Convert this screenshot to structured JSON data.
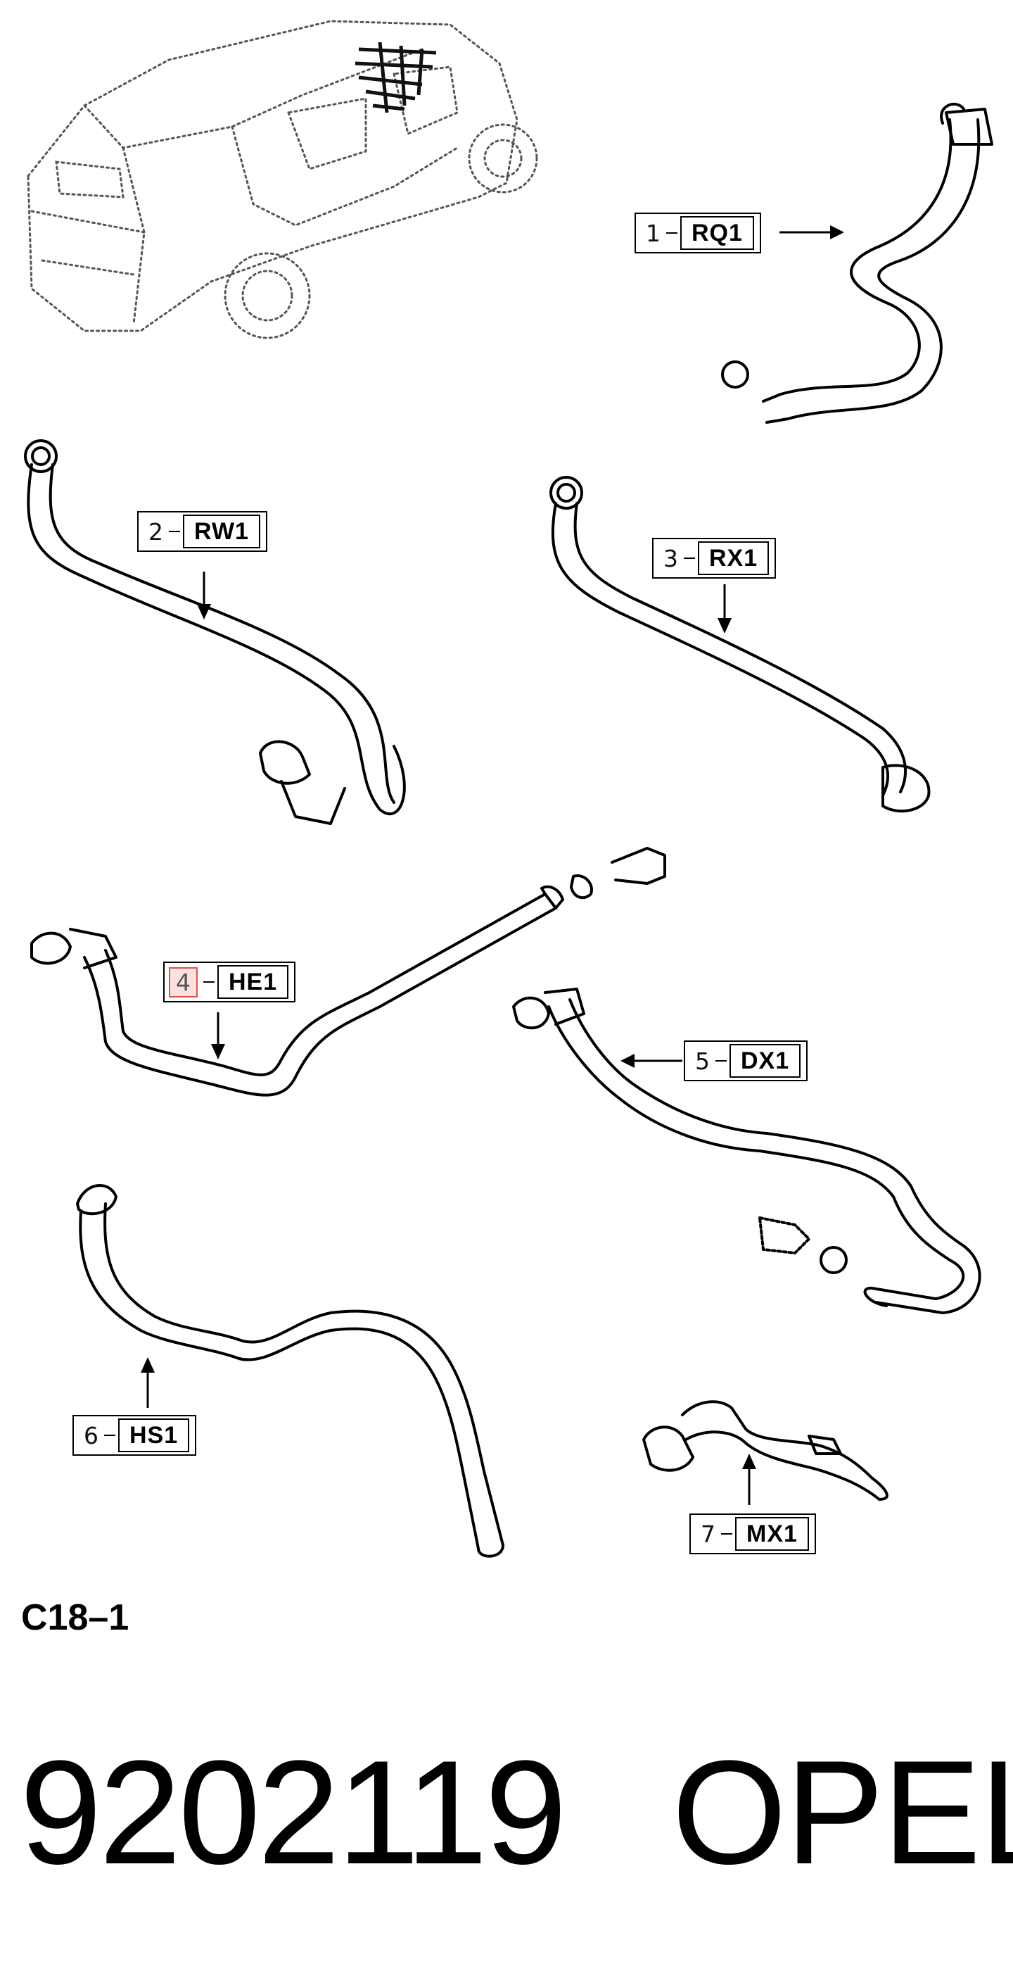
{
  "callouts": [
    {
      "number": "1",
      "code": "RQ1"
    },
    {
      "number": "2",
      "code": "RW1"
    },
    {
      "number": "3",
      "code": "RX1"
    },
    {
      "number": "4",
      "code": "HE1"
    },
    {
      "number": "5",
      "code": "DX1"
    },
    {
      "number": "6",
      "code": "HS1"
    },
    {
      "number": "7",
      "code": "MX1"
    }
  ],
  "section_label": "C18–1",
  "part_number": "9202119",
  "brand": "OPEL",
  "highlight_color": "#fbe0e0"
}
